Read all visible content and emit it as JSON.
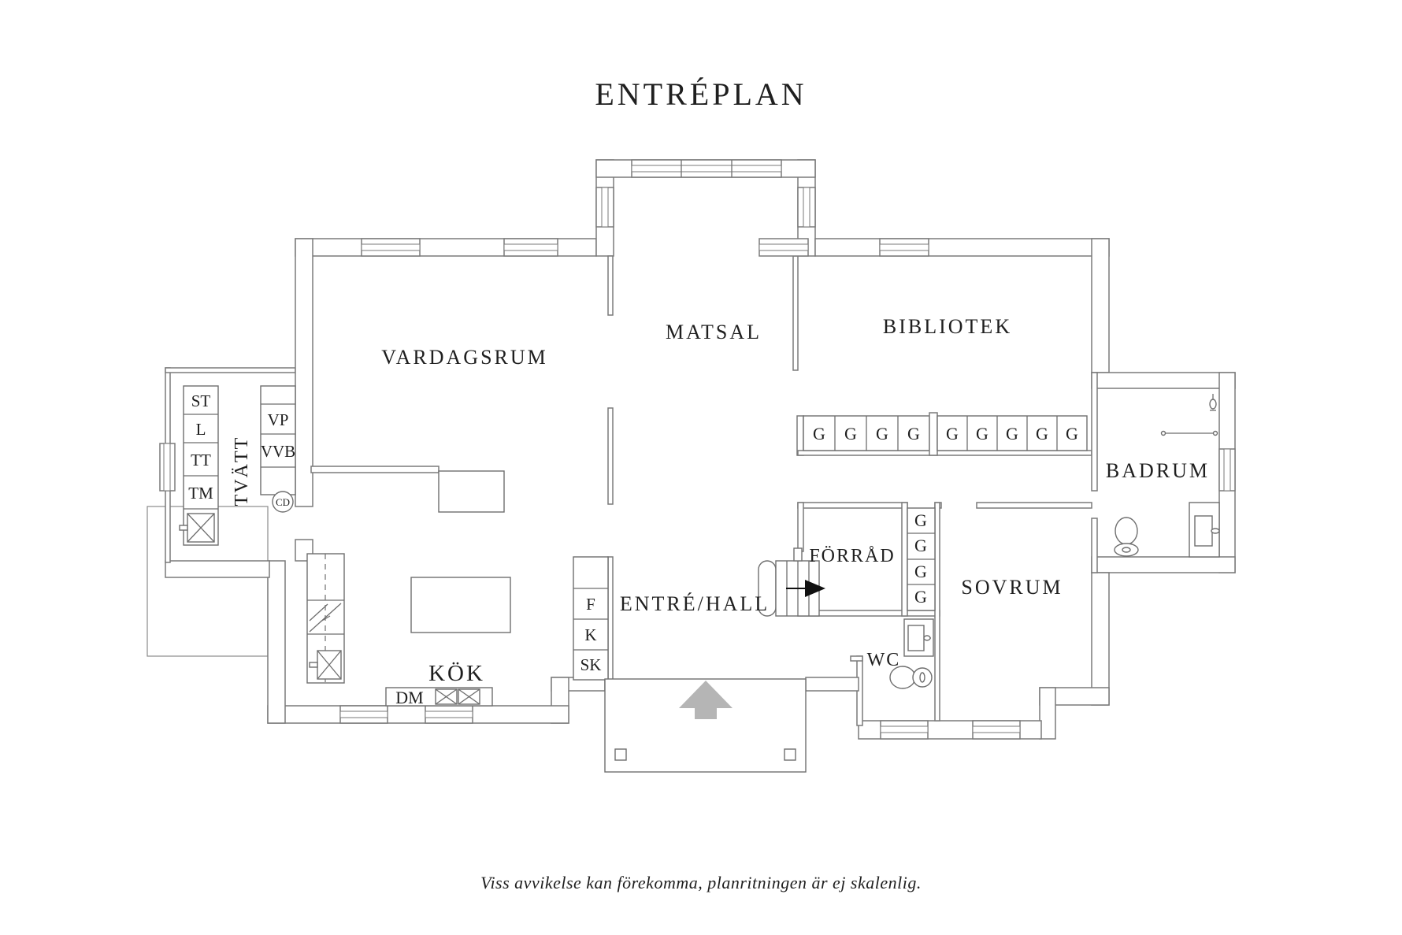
{
  "title": "ENTRÉPLAN",
  "footer": {
    "disclaimer": "Viss avvikelse kan förekomma, planritningen är ej skalenlig."
  },
  "rooms": {
    "vardagsrum": "VARDAGSRUM",
    "matsal": "MATSAL",
    "bibliotek": "BIBLIOTEK",
    "badrum": "BADRUM",
    "tvatt": "TVÄTT",
    "kok": "KÖK",
    "entre_hall": "ENTRÉ/HALL",
    "forrad": "FÖRRÅD",
    "sovrum": "SOVRUM",
    "wc": "WC"
  },
  "fixtures": {
    "st": "ST",
    "l": "L",
    "tt": "TT",
    "tm": "TM",
    "vp": "VP",
    "vvb": "VVB",
    "cd": "CD",
    "f": "F",
    "k": "K",
    "sk": "SK",
    "dm": "DM",
    "wardrobe": "G"
  },
  "colors": {
    "wall_line": "#7a7a7a",
    "label_text": "#1f1f1f",
    "entrance_arrow": "#b5b5b5",
    "stair_arrow": "#111111"
  }
}
